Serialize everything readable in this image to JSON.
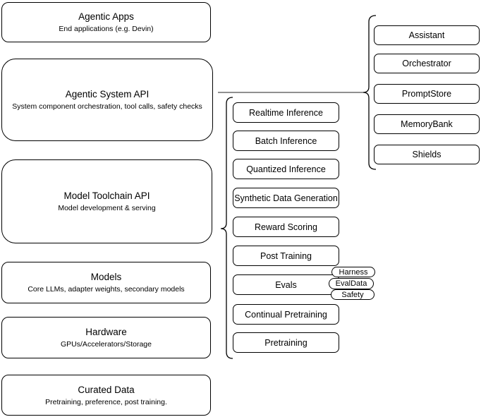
{
  "stack": {
    "nodes": [
      {
        "title": "Agentic Apps",
        "subtitle": "End applications (e.g. Devin)"
      },
      {
        "title": "Agentic System API",
        "subtitle": "System component orchestration, tool calls, safety checks"
      },
      {
        "title": "Model Toolchain API",
        "subtitle": "Model development & serving"
      },
      {
        "title": "Models",
        "subtitle": "Core LLMs, adapter weights, secondary models"
      },
      {
        "title": "Hardware",
        "subtitle": "GPUs/Accelerators/Storage"
      },
      {
        "title": "Curated Data",
        "subtitle": "Pretraining, preference, post training."
      }
    ]
  },
  "toolchain": {
    "items": [
      "Realtime Inference",
      "Batch Inference",
      "Quantized Inference",
      "Synthetic Data Generation",
      "Reward Scoring",
      "Post Training",
      "Evals",
      "Continual Pretraining",
      "Pretraining"
    ]
  },
  "evals_badges": {
    "items": [
      "Harness",
      "EvalData",
      "Safety"
    ]
  },
  "system_components": {
    "items": [
      "Assistant",
      "Orchestrator",
      "PromptStore",
      "MemoryBank",
      "Shields"
    ]
  },
  "colors": {
    "stroke": "#000000",
    "fill": "#ffffff",
    "connector": "#808080",
    "text": "#000000"
  }
}
